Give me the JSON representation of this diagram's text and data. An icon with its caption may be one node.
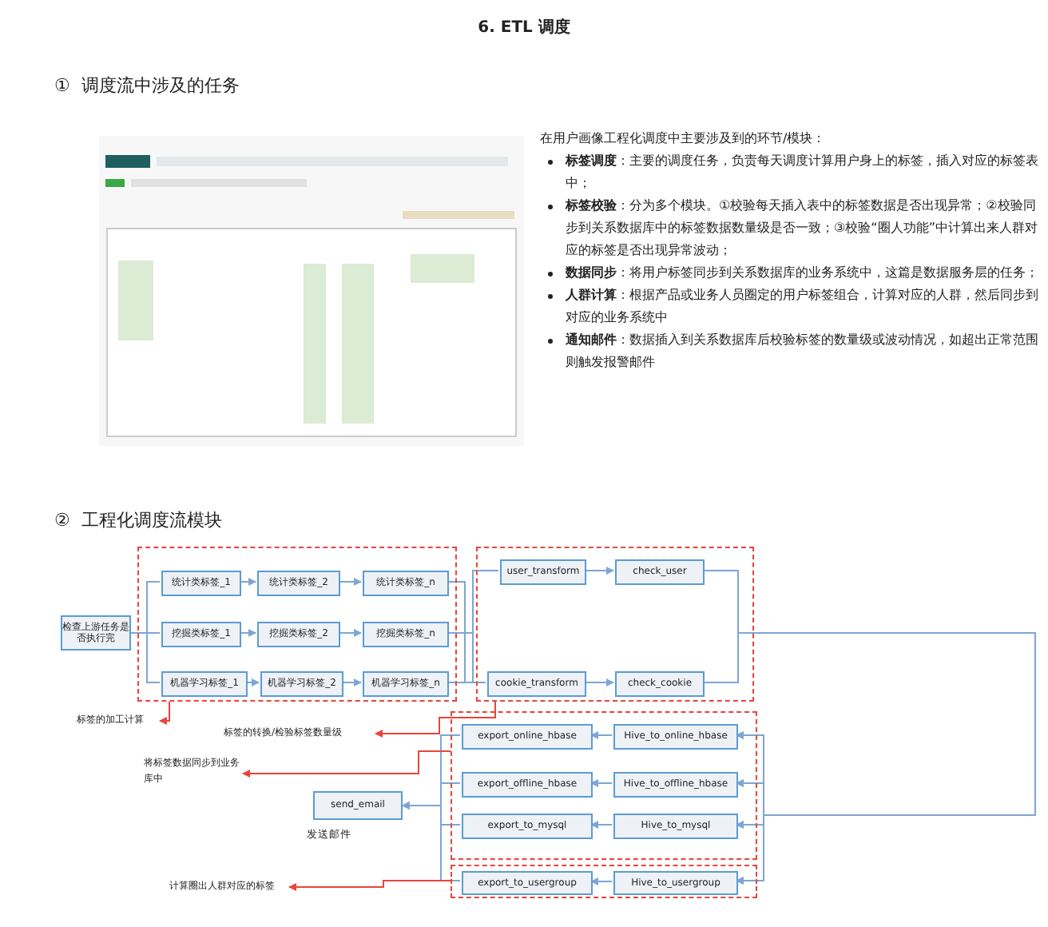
{
  "diagram": {
    "title": "6.  ETL 调度",
    "nodes": [
      {
        "text": [
          "检查上游任务是否执行完"
        ]
      },
      {
        "text": [],
        "shape": "box"
      },
      {
        "text": [
          "统计类标签_1"
        ],
        "in": 1
      },
      {
        "text": [
          "统计类标签_2"
        ],
        "in": 1
      },
      {
        "text": [
          "统计类标签_n"
        ],
        "in": 1
      },
      {
        "text": [
          "挖掘类标签_1"
        ],
        "in": 1
      },
      {
        "text": [
          "挖掘类标签_2"
        ],
        "in": 1
      },
      {
        "text": [
          "挖掘类标签_n"
        ],
        "in": 1
      },
      {
        "text": [
          "机器学习标签_1"
        ],
        "in": 1
      },
      {
        "text": [
          "机器学习标签_2"
        ],
        "in": 1
      },
      {
        "text": [
          "机器学习标签_n"
        ],
        "in": 1
      },
      {
        "text": [],
        "shape": "box"
      },
      {
        "text": [
          "user_transform"
        ],
        "in": 11
      },
      {
        "text": [
          "check_user"
        ],
        "in": 11
      },
      {
        "text": [
          "cookie_transform"
        ],
        "in": 11
      },
      {
        "text": [
          "check_cookie"
        ],
        "in": 11
      },
      {
        "text": [],
        "shape": "box"
      },
      {
        "text": [
          "export_online_hbase"
        ],
        "in": 16
      },
      {
        "text": [
          "Hive_to_online_hbase"
        ],
        "in": 16
      },
      {
        "text": [
          "export_offline_hbase"
        ],
        "in": 16
      },
      {
        "text": [
          "Hive_to_offline_hbase"
        ],
        "in": 16
      },
      {
        "text": [
          "export_to_mysql"
        ],
        "in": 16
      },
      {
        "text": [
          "Hive_to_mysql"
        ],
        "in": 16
      },
      {
        "text": [],
        "shape": "box"
      },
      {
        "text": [
          "export_to_usergroup"
        ],
        "in": 23
      },
      {
        "text": [
          "Hive_to_usergroup"
        ],
        "in": 23
      },
      {
        "text": [
          "send_email"
        ],
        "beside": [
          "发送邮件"
        ]
      },
      {
        "text": [
          "标签的加工计算"
        ]
      },
      {
        "text": [
          "标签的转换/检验标签数量级"
        ]
      },
      {
        "text": [
          "将标签数据同步到业务库中"
        ]
      },
      {
        "text": [
          "计算圈出人群对应的标签"
        ]
      }
    ],
    "edges": [
      {
        "from": 0,
        "to": 2,
        "arrow": "none"
      },
      {
        "from": 0,
        "to": 5,
        "arrow": "none"
      },
      {
        "from": 0,
        "to": 8,
        "arrow": "none"
      },
      {
        "from": 2,
        "to": 3,
        "arrow": "to"
      },
      {
        "from": 3,
        "to": 4,
        "arrow": "to"
      },
      {
        "from": 5,
        "to": 6,
        "arrow": "to"
      },
      {
        "from": 6,
        "to": 7,
        "arrow": "to"
      },
      {
        "from": 8,
        "to": 9,
        "arrow": "to"
      },
      {
        "from": 9,
        "to": 10,
        "arrow": "to"
      },
      {
        "from": 4,
        "to": 12,
        "arrow": "none"
      },
      {
        "from": 4,
        "to": 14,
        "arrow": "none"
      },
      {
        "from": 7,
        "to": 12,
        "arrow": "none"
      },
      {
        "from": 7,
        "to": 14,
        "arrow": "none"
      },
      {
        "from": 10,
        "to": 12,
        "arrow": "none"
      },
      {
        "from": 10,
        "to": 14,
        "arrow": "none"
      },
      {
        "from": 12,
        "to": 13,
        "arrow": "to"
      },
      {
        "from": 14,
        "to": 15,
        "arrow": "to"
      },
      {
        "from": 13,
        "to": 18,
        "arrow": "to"
      },
      {
        "from": 13,
        "to": 20,
        "arrow": "to"
      },
      {
        "from": 13,
        "to": 22,
        "arrow": "to"
      },
      {
        "from": 13,
        "to": 25,
        "arrow": "to"
      },
      {
        "from": 15,
        "to": 18,
        "arrow": "to"
      },
      {
        "from": 15,
        "to": 20,
        "arrow": "to"
      },
      {
        "from": 15,
        "to": 22,
        "arrow": "to"
      },
      {
        "from": 15,
        "to": 25,
        "arrow": "to"
      },
      {
        "from": 18,
        "to": 17,
        "arrow": "to"
      },
      {
        "from": 20,
        "to": 19,
        "arrow": "to"
      },
      {
        "from": 22,
        "to": 21,
        "arrow": "to"
      },
      {
        "from": 25,
        "to": 24,
        "arrow": "to"
      },
      {
        "from": 17,
        "to": 26,
        "arrow": "to"
      },
      {
        "from": 19,
        "to": 26,
        "arrow": "to"
      },
      {
        "from": 21,
        "to": 26,
        "arrow": "to"
      },
      {
        "from": 24,
        "to": 26,
        "arrow": "to"
      },
      {
        "from": 1,
        "to": 27,
        "arrow": "to",
        "color": "#e8453c"
      },
      {
        "from": 11,
        "to": 28,
        "arrow": "to",
        "color": "#e8453c"
      },
      {
        "from": 16,
        "to": 29,
        "arrow": "to",
        "color": "#e8453c"
      },
      {
        "from": 23,
        "to": 30,
        "arrow": "to",
        "color": "#e8453c"
      }
    ],
    "labels": [
      "①  调度流中涉及的任务",
      "在用户画像工程化调度中主要涉及到的环节/模块：",
      "**标签调度**：主要的调度任务，负责每天调度计算用户身上的标签，插入对应的标签表中；",
      "**标签校验**：分为多个模块。①校验每天插入表中的标签数据是否出现异常；②校验同步到关系数据库中的标签数据数量级是否一致；③校验“圈人功能”中计算出来人群对应的标签是否出现异常波动；",
      "**数据同步**：将用户标签同步到关系数据库的业务系统中，这篇是数据服务层的任务；",
      "**人群计算**：根据产品或业务人员圈定的用户标签组合，计算对应的人群，然后同步到对应的业务系统中",
      "**通知邮件**：数据插入到关系数据库后校验标签的数量级或波动情况，如超出正常范围则触发报警邮件",
      "②  工程化调度流模块"
    ]
  }
}
